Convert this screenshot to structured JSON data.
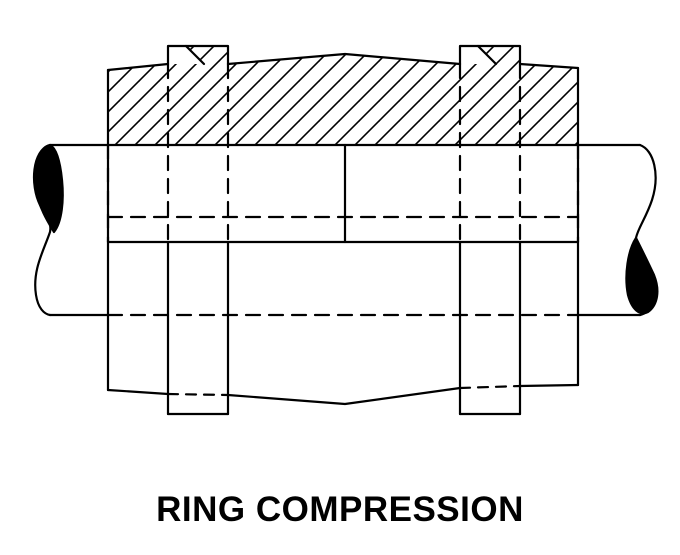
{
  "caption": "RING COMPRESSION",
  "colors": {
    "line": "#000000",
    "background": "#ffffff",
    "pipe_end_fill": "#000000"
  },
  "components": {
    "pipe": "pipe",
    "coupling_body": "coupling-body",
    "compression_rings": [
      "compression-ring-left",
      "compression-ring-right"
    ]
  }
}
